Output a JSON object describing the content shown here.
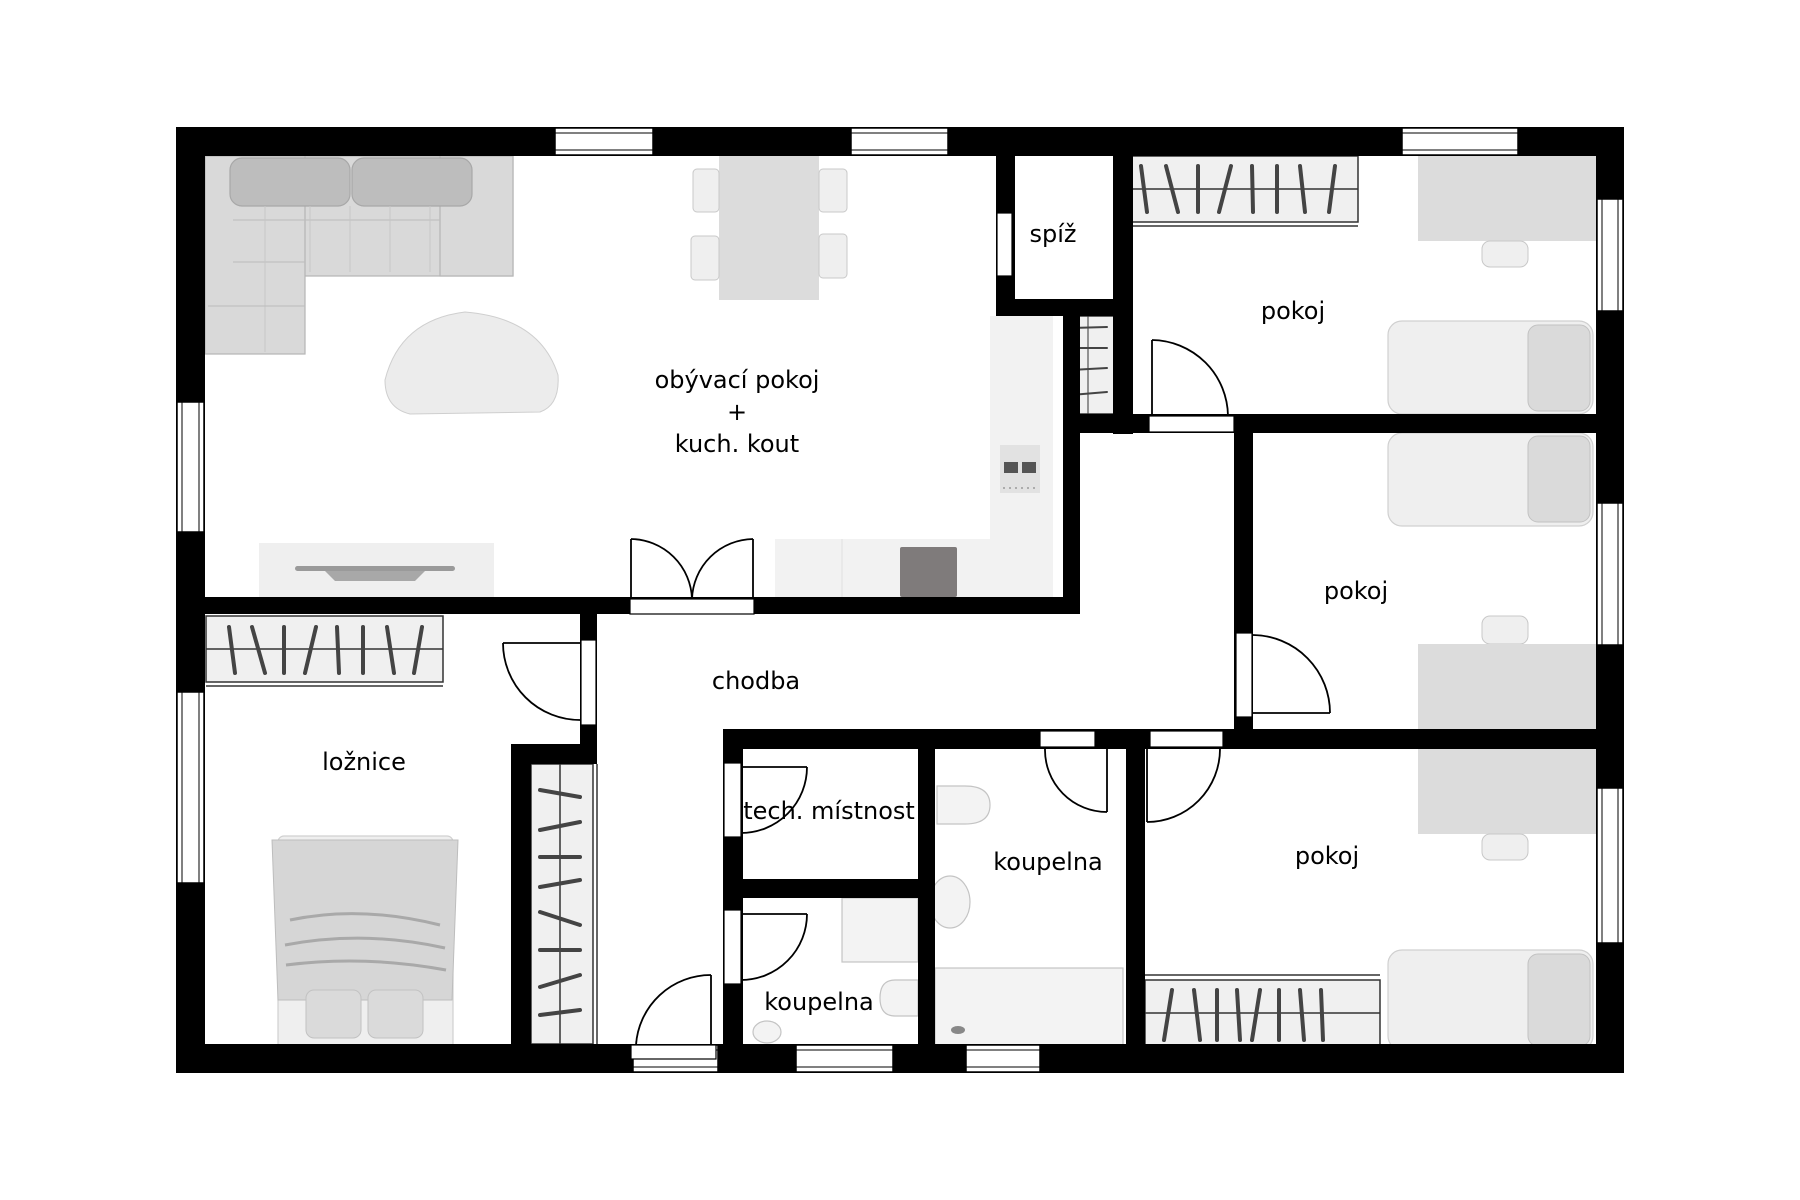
{
  "plan": {
    "type": "apartment floor plan",
    "colors": {
      "wall": "#000000",
      "floor": "#ffffff",
      "furniture": "#dcdcdc",
      "furniture_light": "#efefef",
      "appliance_dark": "#7f7b7b"
    }
  },
  "rooms": {
    "living": {
      "line1": "obývací pokoj",
      "line2": "+",
      "line3": "kuch. kout"
    },
    "pantry": {
      "label": "spíž"
    },
    "room_top_right": {
      "label": "pokoj"
    },
    "room_mid_right": {
      "label": "pokoj"
    },
    "room_bottom_right": {
      "label": "pokoj"
    },
    "hallway": {
      "label": "chodba"
    },
    "bedroom": {
      "label": "ložnice"
    },
    "tech_room": {
      "label": "tech. místnost"
    },
    "bathroom_small": {
      "label": "koupelna"
    },
    "bathroom_large": {
      "label": "koupelna"
    }
  }
}
